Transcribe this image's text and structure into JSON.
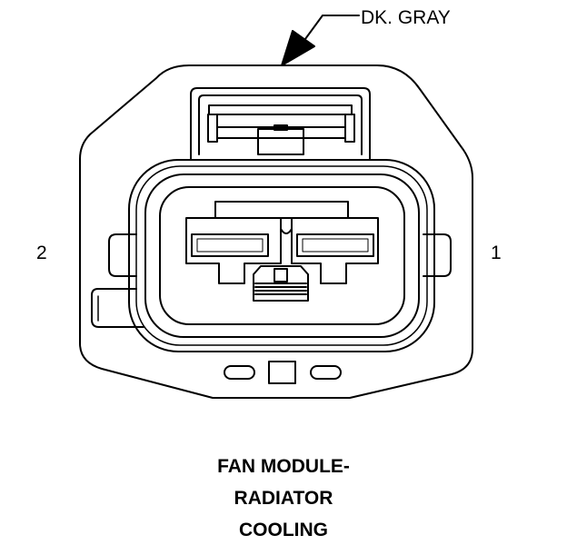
{
  "callout": {
    "color_label": "DK. GRAY"
  },
  "pins": {
    "left_label": "2",
    "right_label": "1"
  },
  "caption": {
    "line1": "FAN MODULE-",
    "line2": "RADIATOR",
    "line3": "COOLING"
  },
  "colors": {
    "line": "#000000",
    "background": "#ffffff"
  }
}
